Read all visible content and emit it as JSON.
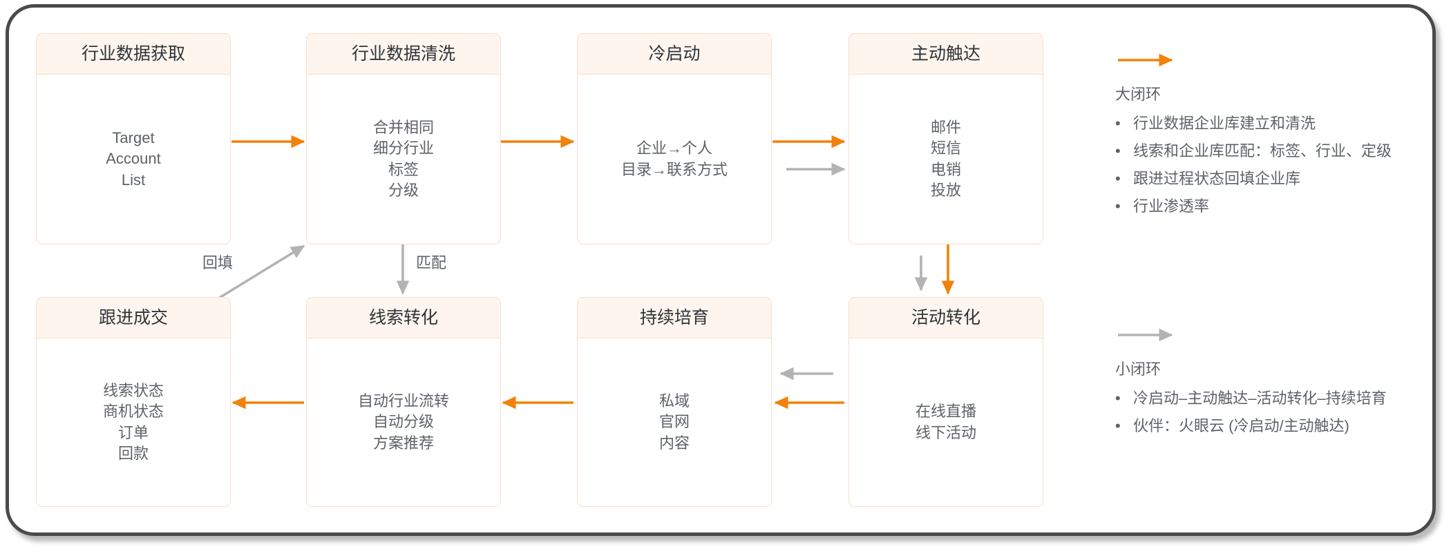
{
  "colors": {
    "accent_orange": "#f2820a",
    "gray_arrow": "#b3b3b3",
    "box_border": "#fadfc2",
    "box_header_bg": "#fdf5ee",
    "text_dark": "#2f3437",
    "text_body": "#5d6268",
    "frame_border": "#4a4a4a"
  },
  "flow": {
    "nodes": [
      {
        "id": "industry-data-acquire",
        "title": "行业数据获取",
        "lines": [
          "Target",
          "Account",
          "List"
        ]
      },
      {
        "id": "industry-data-clean",
        "title": "行业数据清洗",
        "lines": [
          "合并相同",
          "细分行业",
          "标签",
          "分级"
        ]
      },
      {
        "id": "cold-start",
        "title": "冷启动",
        "lines": [
          "企业→个人",
          "目录→联系方式"
        ]
      },
      {
        "id": "active-reach",
        "title": "主动触达",
        "lines": [
          "邮件",
          "短信",
          "电销",
          "投放"
        ]
      },
      {
        "id": "follow-up-deal",
        "title": "跟进成交",
        "lines": [
          "线索状态",
          "商机状态",
          "订单",
          "回款"
        ]
      },
      {
        "id": "lead-conversion",
        "title": "线索转化",
        "lines": [
          "自动行业流转",
          "自动分级",
          "方案推荐"
        ]
      },
      {
        "id": "continuous-nurture",
        "title": "持续培育",
        "lines": [
          "私域",
          "官网",
          "内容"
        ]
      },
      {
        "id": "event-conversion",
        "title": "活动转化",
        "lines": [
          "在线直播",
          "线下活动"
        ]
      }
    ],
    "edge_labels": [
      {
        "id": "backfill",
        "text": "回填"
      },
      {
        "id": "match",
        "text": "匹配"
      }
    ]
  },
  "legend": {
    "big_loop": {
      "arrow_icon": "arrow-right-orange-icon",
      "title": "大闭环",
      "items": [
        "行业数据企业库建立和清洗",
        "线索和企业库匹配：标签、行业、定级",
        "跟进过程状态回填企业库",
        "行业渗透率"
      ]
    },
    "small_loop": {
      "arrow_icon": "arrow-right-gray-icon",
      "title": "小闭环",
      "items": [
        "冷启动–主动触达–活动转化–持续培育",
        "伙伴：火眼云 (冷启动/主动触达)"
      ]
    },
    "bullet_glyph": "•"
  }
}
